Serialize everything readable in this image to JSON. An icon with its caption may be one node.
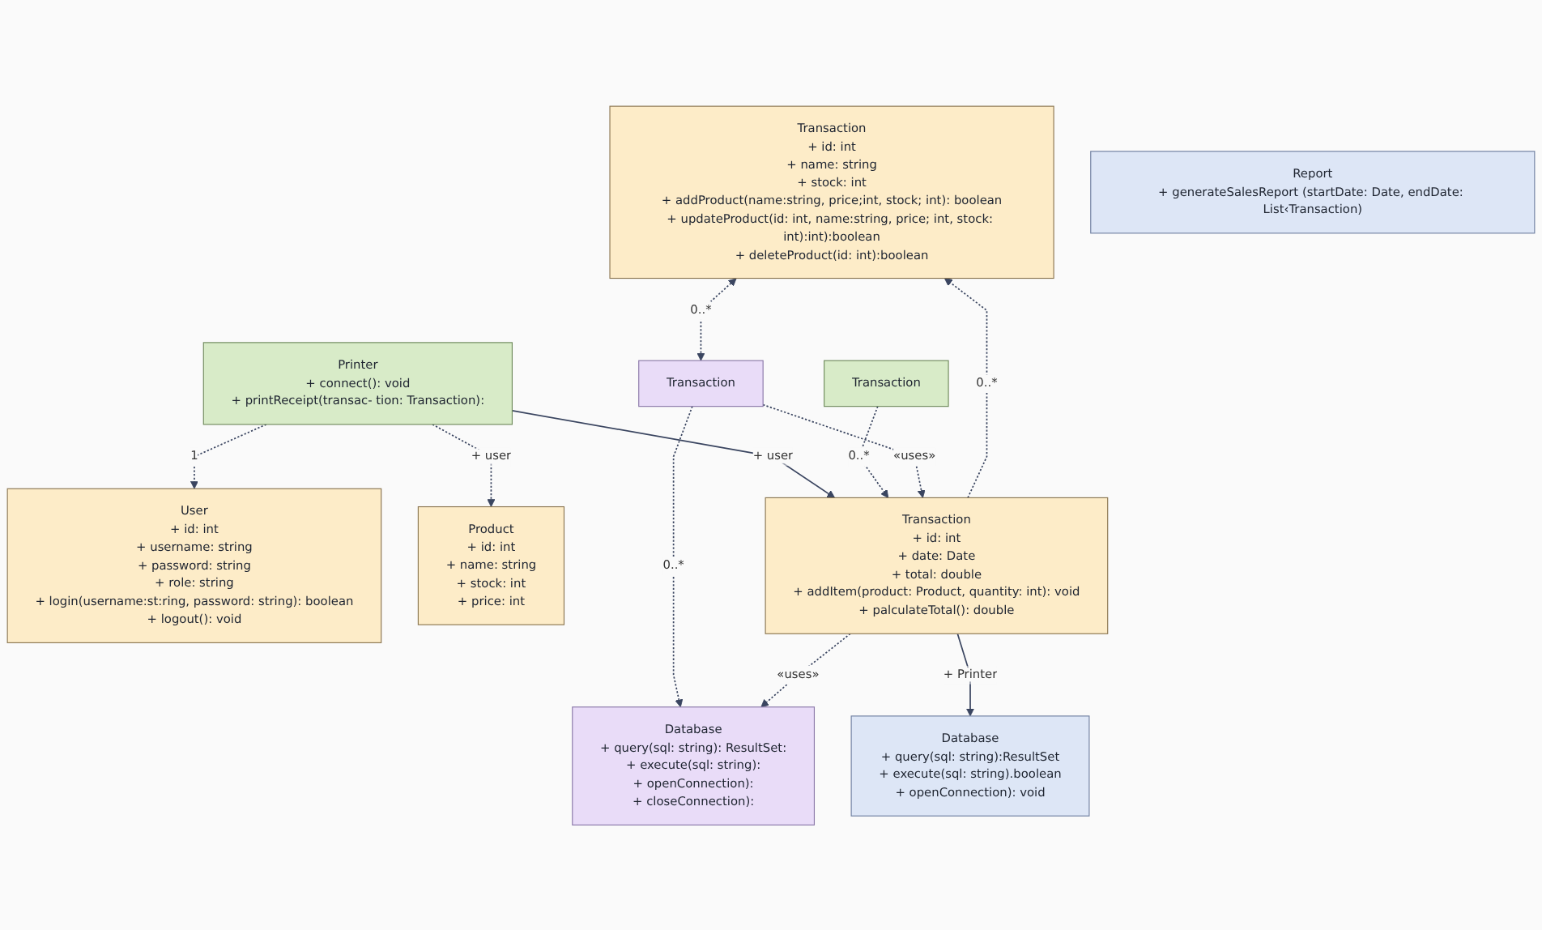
{
  "diagram": {
    "nodes": [
      {
        "text": [
          "User",
          "+ id: int",
          "+ username: string",
          "+ password: string",
          "+ role: string",
          "+ login(username:st:ring, password: string): boolean",
          "+ logout(): void"
        ]
      },
      {
        "text": [
          "Product",
          "+ id: int",
          "+ name: string",
          "+ stock: int",
          "+ price: int"
        ]
      },
      {
        "text": [
          "Transaction",
          "+ id: int",
          "+ name: string",
          "+ stock: int",
          "+ addProduct(name:string, price;int, stock; int): boolean",
          "+ updateProduct(id: int, name:string, price; int, stock: int):int):boolean",
          "+ deleteProduct(id: int):boolean"
        ]
      },
      {
        "text": [
          "Transaction"
        ]
      },
      {
        "text": [
          "Transaction"
        ]
      },
      {
        "text": [
          "Transaction",
          "+ id: int",
          "+ date: Date",
          "+ total: double",
          "+ addItem(product: Product, quantity: int): void",
          "+ palculateTotal(): double"
        ]
      },
      {
        "text": [
          "Printer",
          "+ connect(): void",
          "+ printReceipt(transac- tion: Transaction):"
        ]
      },
      {
        "text": [
          "Report",
          "+ generateSalesReport (startDate: Date, endDate: List‹Transaction)"
        ]
      },
      {
        "text": [
          "Database",
          "+ query(sql: string):ResultSet",
          "+ execute(sql: string).boolean",
          "+ openConnection): void"
        ]
      },
      {
        "text": [
          "Database",
          "+ query(sql: string): ResultSet:",
          "+ execute(sql: string):",
          "+ openConnection):",
          "+ closeConnection):"
        ]
      }
    ],
    "edges": [
      {
        "from": 6,
        "to": 0,
        "arrow": "to",
        "style": "dashed",
        "label": "1"
      },
      {
        "from": 6,
        "to": 5,
        "arrow": "to",
        "label": "+ user"
      },
      {
        "from": 6,
        "to": 1,
        "arrow": "to",
        "style": "dashed",
        "label": "+ user"
      },
      {
        "from": 5,
        "to": 2,
        "arrow": "to",
        "style": "dashed",
        "label": "0..*"
      },
      {
        "from": 3,
        "to": 5,
        "arrow": "to",
        "style": "dashed",
        "label": "0..*"
      },
      {
        "from": 2,
        "to": 4,
        "arrow": "both",
        "style": "dashed",
        "label": "0..*"
      },
      {
        "from": 4,
        "to": 9,
        "arrow": "to",
        "style": "dashed",
        "label": "0..*"
      },
      {
        "from": 4,
        "to": 5,
        "arrow": "to",
        "style": "dashed",
        "label": "«uses»"
      },
      {
        "from": 5,
        "to": 8,
        "arrow": "to",
        "label": "+ Printer"
      },
      {
        "from": 5,
        "to": 9,
        "arrow": "to",
        "style": "dashed",
        "label": "«uses»"
      }
    ]
  }
}
